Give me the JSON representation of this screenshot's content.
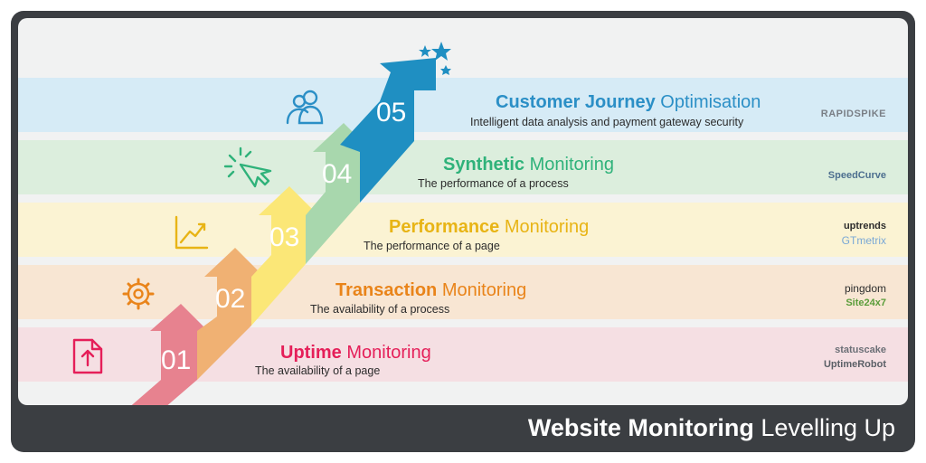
{
  "footer": {
    "title_bold": "Website Monitoring",
    "title_rest": "Levelling Up"
  },
  "colors": {
    "stage_1": "#e7828f",
    "stage_2": "#f0b173",
    "stage_3": "#fbe777",
    "stage_4": "#a8d7ad",
    "stage_5": "#1f8fc2",
    "band_1": "#f5dfe3",
    "band_2": "#f8e6d3",
    "band_3": "#fbf3d3",
    "band_4": "#dceedd",
    "band_5": "#d6ebf6",
    "icon_1": "#e51f59",
    "icon_2": "#e9841a",
    "icon_3": "#e8b415",
    "icon_4": "#2fb27a",
    "icon_5": "#2b8fc6"
  },
  "stages": [
    {
      "number": "01",
      "title_bold": "Uptime",
      "title_rest": " Monitoring",
      "description": "The availability of a page",
      "icon": "upload-file-icon",
      "logos": [
        "statuscake",
        "UptimeRobot"
      ]
    },
    {
      "number": "02",
      "title_bold": "Transaction",
      "title_rest": " Monitoring",
      "description": "The availability of a process",
      "icon": "gear-icon",
      "logos": [
        "pingdom",
        "Site24x7"
      ]
    },
    {
      "number": "03",
      "title_bold": "Performance",
      "title_rest": " Monitoring",
      "description": "The performance of a page",
      "icon": "line-chart-icon",
      "logos": [
        "uptrends",
        "GTmetrix"
      ]
    },
    {
      "number": "04",
      "title_bold": "Synthetic",
      "title_rest": " Monitoring",
      "description": "The performance of a process",
      "icon": "cursor-click-icon",
      "logos": [
        "SpeedCurve"
      ]
    },
    {
      "number": "05",
      "title_bold": "Customer Journey",
      "title_rest": " Optimisation",
      "description": "Intelligent data analysis and payment gateway security",
      "icon": "users-icon",
      "logos": [
        "RAPIDSPIKE"
      ]
    }
  ]
}
